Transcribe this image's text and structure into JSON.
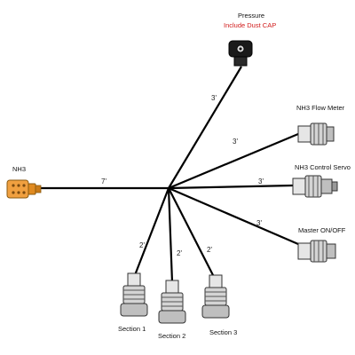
{
  "diagram": {
    "hub_label": "NH3",
    "hub_length": "7'",
    "pressure": {
      "label": "Pressure",
      "note": "Include Dust CAP",
      "length": "3'"
    },
    "branches": [
      {
        "id": "flow",
        "label": "NH3 Flow Meter",
        "length": "3'"
      },
      {
        "id": "servo",
        "label": "NH3 Control Servo",
        "length": "3'"
      },
      {
        "id": "master",
        "label": "Master ON/OFF",
        "length": "3'"
      }
    ],
    "sections": [
      {
        "label": "Section 1",
        "length": "2'"
      },
      {
        "label": "Section 2",
        "length": "2'"
      },
      {
        "label": "Section 3",
        "length": "2'"
      }
    ],
    "colors": {
      "wire": "#000000",
      "nh3_connector": "#f0a040",
      "pressure_note": "#d11a1a",
      "connector_body": "#e6e6e6",
      "connector_stroke": "#333333"
    }
  }
}
